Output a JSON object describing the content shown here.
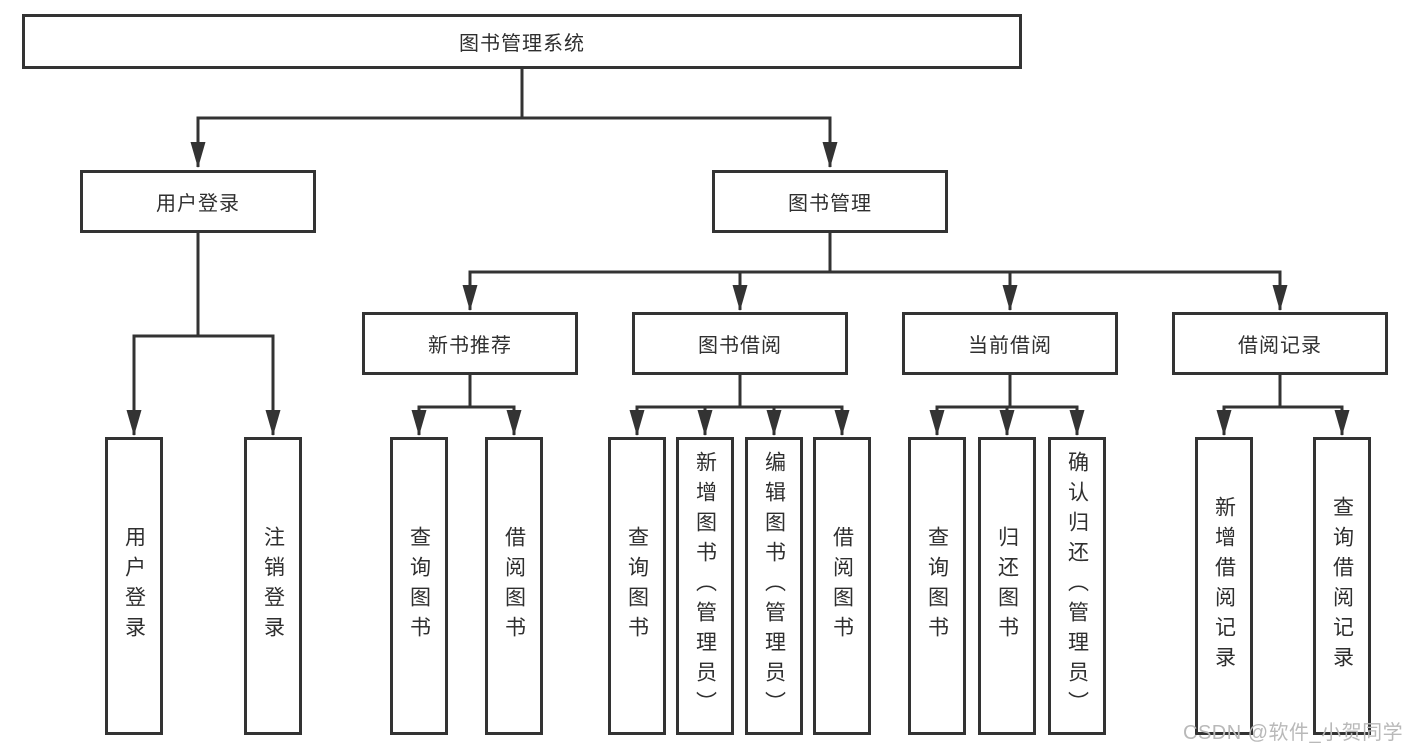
{
  "nodes": {
    "root": "图书管理系统",
    "user_login": "用户登录",
    "book_mgmt": "图书管理",
    "new_book_rec": "新书推荐",
    "book_borrow": "图书借阅",
    "current_borrow": "当前借阅",
    "borrow_records": "借阅记录"
  },
  "leaves": {
    "user_login": [
      "用户登录",
      "注销登录"
    ],
    "new_book_rec": [
      "查询图书",
      "借阅图书"
    ],
    "book_borrow": [
      "查询图书",
      "新增图书（管理员）",
      "编辑图书（管理员）",
      "借阅图书"
    ],
    "current_borrow": [
      "查询图书",
      "归还图书",
      "确认归还（管理员）"
    ],
    "borrow_records": [
      "新增借阅记录",
      "查询借阅记录"
    ]
  },
  "watermark": "CSDN @软件_小贺同学",
  "colors": {
    "line": "#333333",
    "text": "#2f2f2f",
    "watermark": "#b9b9b9",
    "background": "#ffffff"
  }
}
